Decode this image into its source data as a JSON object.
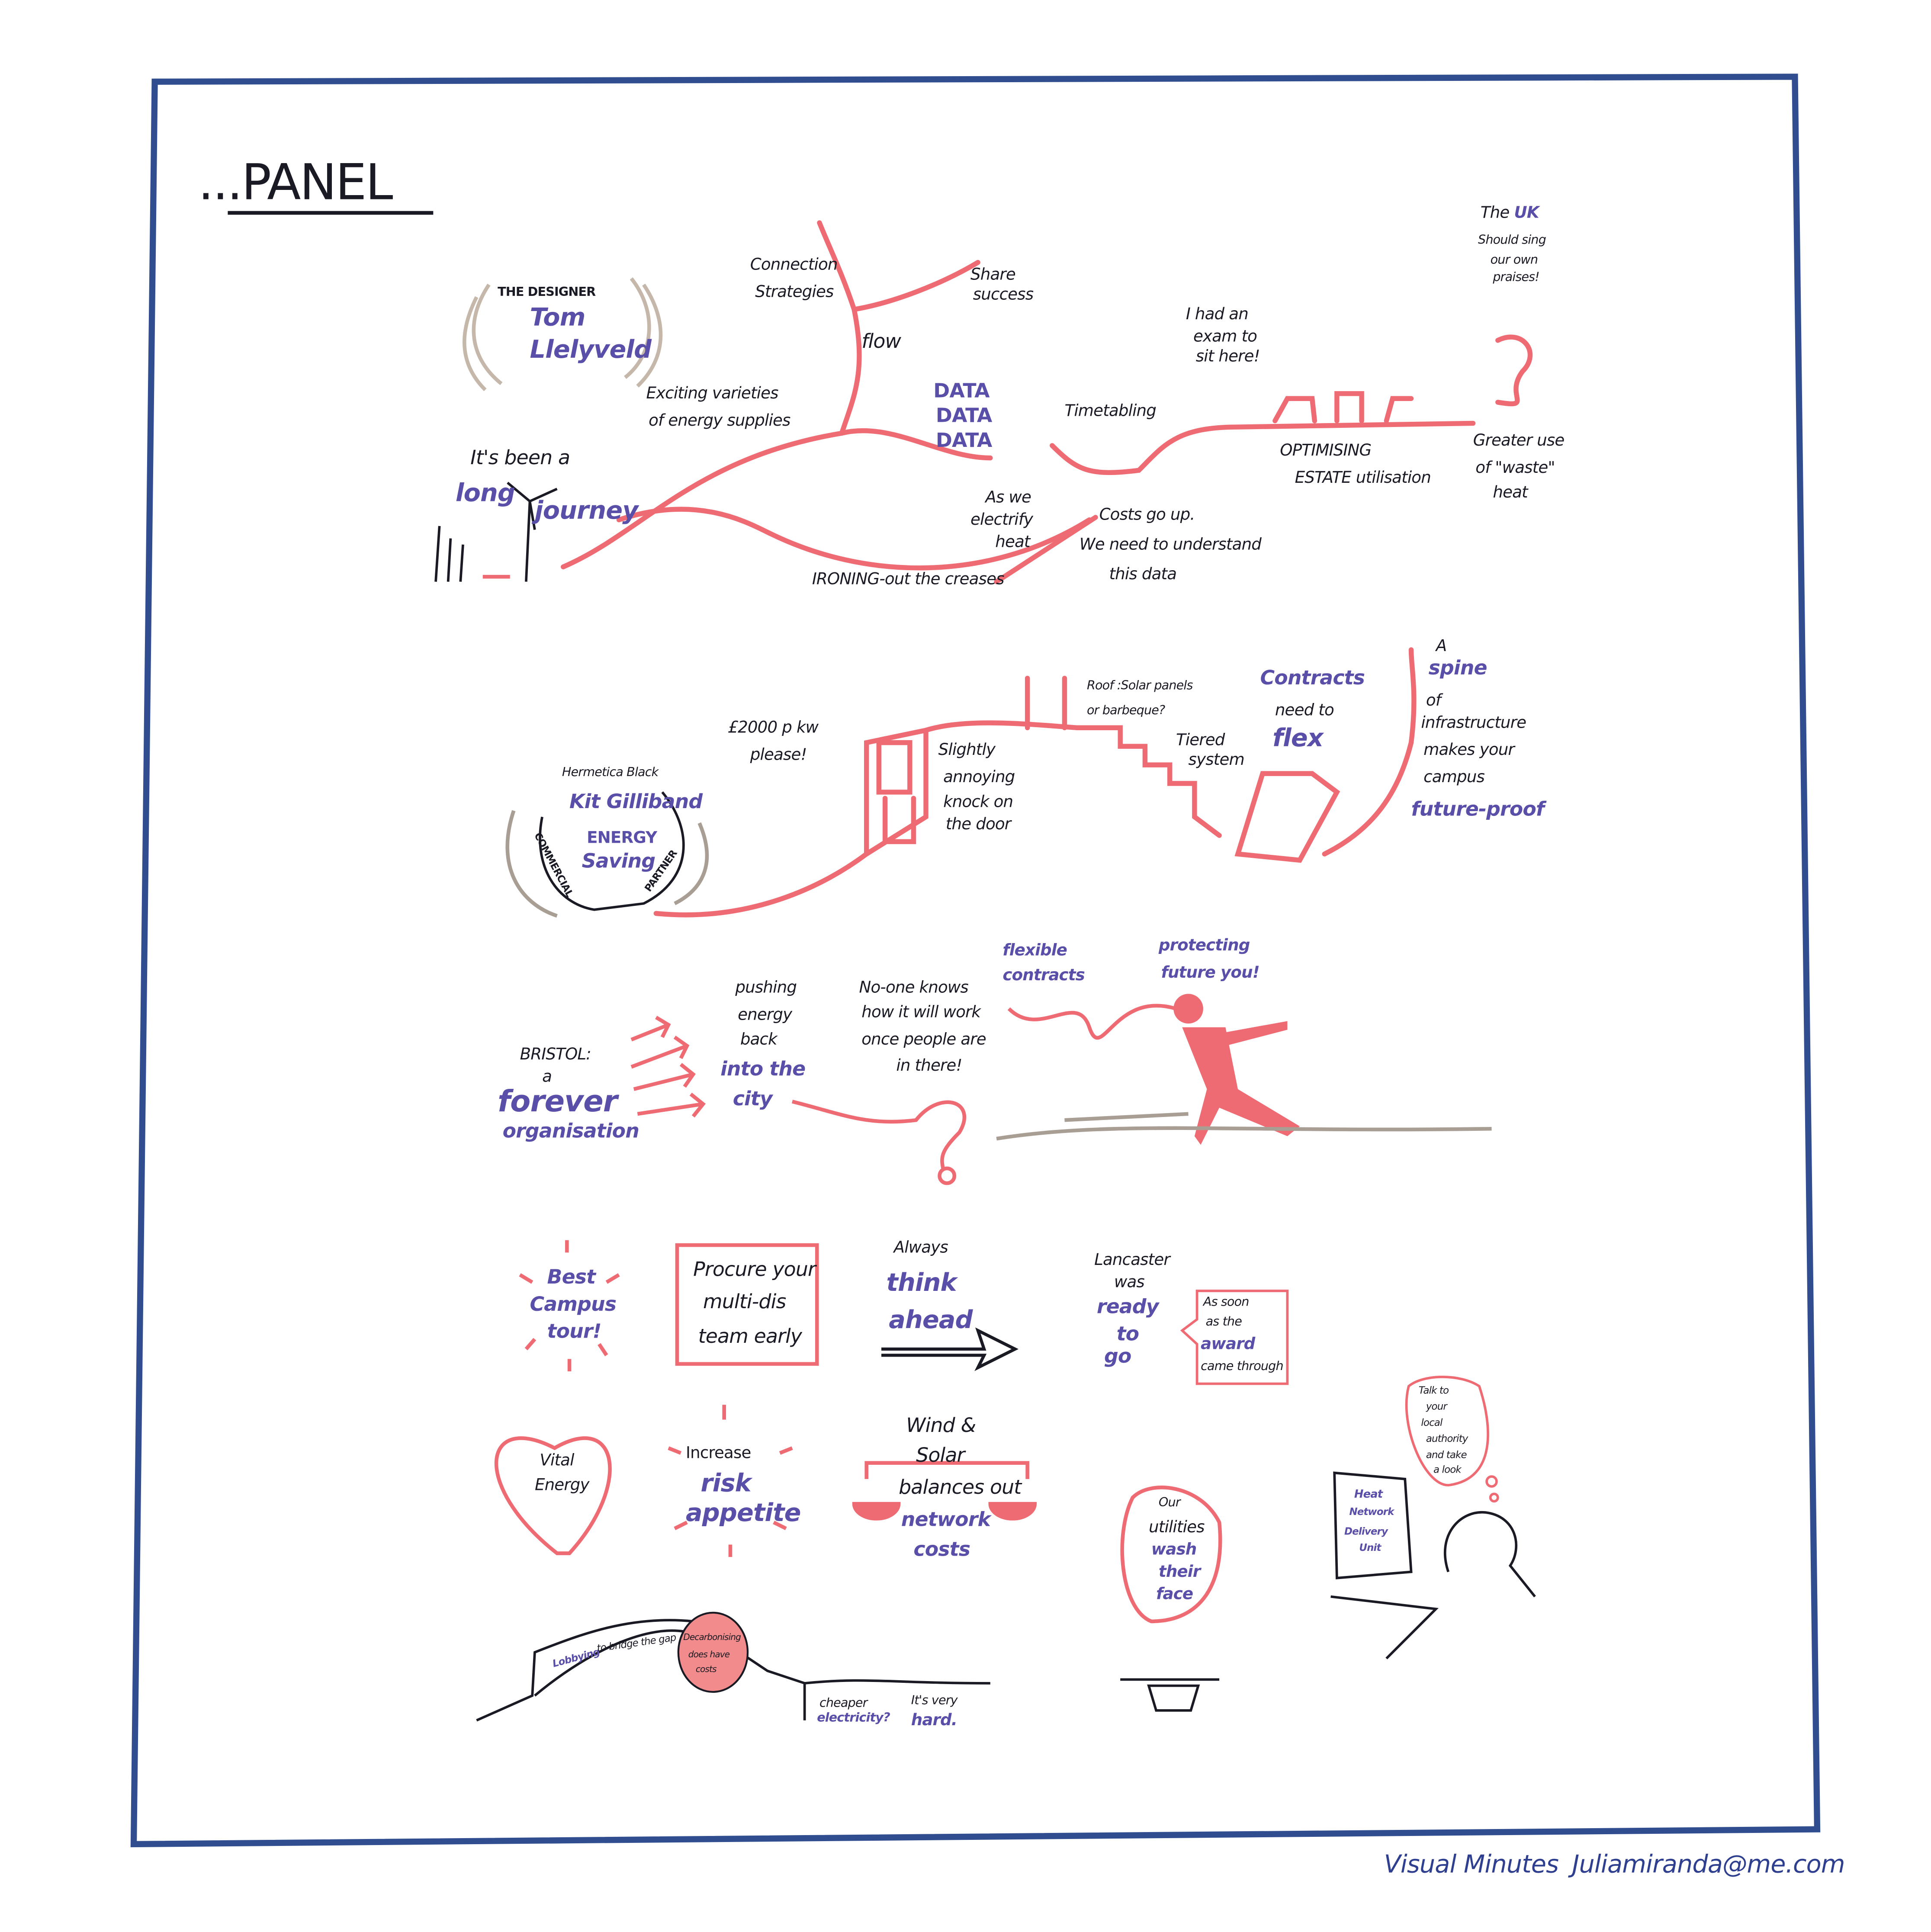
{
  "colors": {
    "pink": "#ef6b73",
    "purple": "#5a4fa8",
    "ink": "#1a1a24",
    "frame": "#2f4d8f",
    "grey": "#a89e94"
  },
  "title": "...PANEL",
  "designer": {
    "role": "THE DESIGNER",
    "first": "Tom",
    "last": "Llelyveld"
  },
  "journey": {
    "l1": "It's been a",
    "l2": "long",
    "l3": "journey"
  },
  "branches": {
    "exciting1": "Exciting varieties",
    "exciting2": "of energy supplies",
    "conn1": "Connection",
    "conn2": "Strategies",
    "share1": "Share",
    "share2": "success",
    "flow": "flow",
    "data": [
      "DATA",
      "DATA",
      "DATA"
    ],
    "elec1": "As we",
    "elec2": "electrify",
    "elec3": "heat",
    "ironing": "IRONING-out the creases",
    "costs1": "Costs go up.",
    "costs2": "We need to understand",
    "costs3": "this data"
  },
  "timetabling": "Timetabling",
  "exam": {
    "l1": "I had an",
    "l2": "exam to",
    "l3": "sit here!"
  },
  "uk": {
    "l1a": "The ",
    "l1b": "UK",
    "l2": "Should sing",
    "l3": "our own",
    "l4": "praises!"
  },
  "estate": {
    "l1": "OPTIMISING",
    "l2": "ESTATE utilisation"
  },
  "waste": {
    "l1": "Greater use",
    "l2": "of \"waste\"",
    "l3": "heat"
  },
  "price": {
    "l1": "£2000 p kw",
    "l2": "please!"
  },
  "partner": {
    "company": "Hermetica Black",
    "name": "Kit Gilliband",
    "c1": "ENERGY",
    "c2": "Saving",
    "left": "COMMERCIAL",
    "right": "PARTNER"
  },
  "door": [
    "Slightly",
    "annoying",
    "knock on",
    "the door"
  ],
  "roof": {
    "l1": "Roof :Solar panels",
    "l2": "or barbeque?"
  },
  "tiered": {
    "l1": "Tiered",
    "l2": "system"
  },
  "contracts": {
    "l1": "Contracts",
    "l2": "need to",
    "l3": "flex"
  },
  "spine": {
    "l1": "A",
    "l2": "spine",
    "l3": "of",
    "l4": "infrastructure",
    "l5": "makes your",
    "l6": "campus",
    "l7": "future-proof"
  },
  "bristol": {
    "l1": "BRISTOL:",
    "l2": "a",
    "l3": "forever",
    "l4": "organisation"
  },
  "pushing": {
    "l1": "pushing",
    "l2": "energy",
    "l3": "back",
    "l4": "into the",
    "l5": "city"
  },
  "noone": [
    "No-one knows",
    "how it will work",
    "once people are",
    "in there!"
  ],
  "flexible": {
    "l1": "flexible",
    "l2": "contracts"
  },
  "protecting": {
    "l1": "protecting",
    "l2": "future you!"
  },
  "best": [
    "Best",
    "Campus",
    "tour!"
  ],
  "procure": [
    "Procure your",
    "multi-dis",
    "team early"
  ],
  "always": {
    "l1": "Always",
    "l2": "think",
    "l3": "ahead"
  },
  "lancaster": {
    "l1": "Lancaster",
    "l2": "was",
    "l3": "ready",
    "l4": "to",
    "l5": "go"
  },
  "award": {
    "l1": "As soon",
    "l2": "as the",
    "l3": "award",
    "l4": "came through"
  },
  "vital": {
    "l1": "Vital",
    "l2": "Energy"
  },
  "risk": {
    "l1": "Increase",
    "l2": "risk",
    "l3": "appetite"
  },
  "wind": {
    "l1": "Wind &",
    "l2": "Solar",
    "l3": "balances out",
    "l4": "network",
    "l5": "costs"
  },
  "utilities": {
    "l1": "Our",
    "l2": "utilities",
    "l3": "wash",
    "l4": "their",
    "l5": "face"
  },
  "talk": [
    "Talk to",
    "your",
    "local",
    "authority",
    "and take",
    "a look"
  ],
  "hndu": [
    "Heat",
    "Network",
    "Delivery",
    "Unit"
  ],
  "bridge": {
    "lobbying": "Lobbying",
    "gap": "to bridge the gap",
    "decarb1": "Decarbonising",
    "decarb2": "does have",
    "decarb3": "costs",
    "cheaper1": "cheaper",
    "cheaper2": "electricity?",
    "hard1": "It's very",
    "hard2": "hard."
  },
  "footer": {
    "left": "Visual Minutes",
    "right": "Juliamiranda@me.com"
  }
}
